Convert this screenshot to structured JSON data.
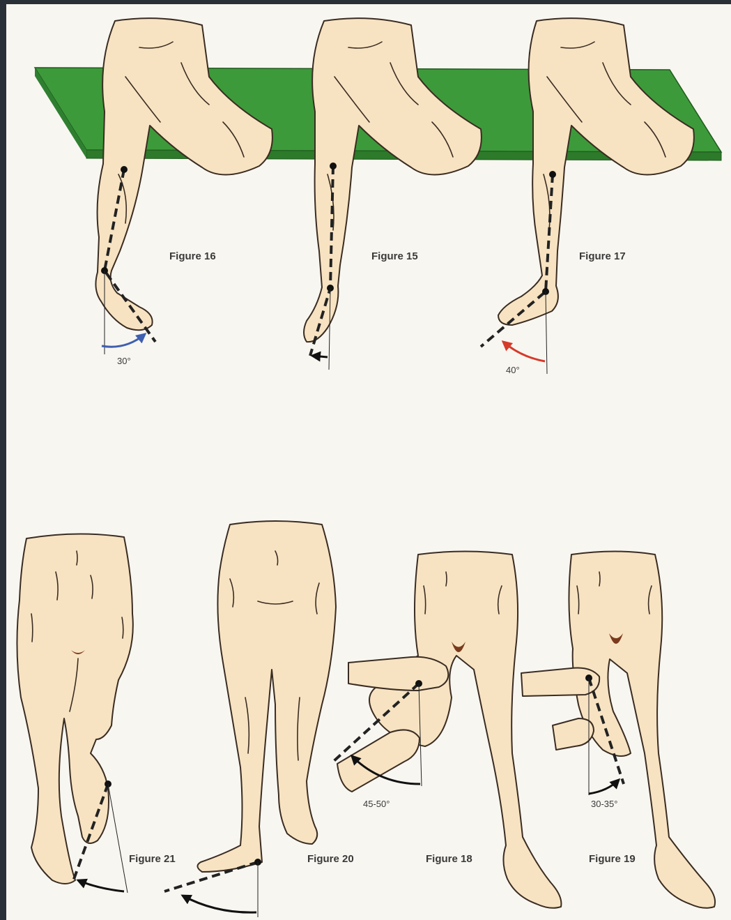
{
  "figures": {
    "fig16": {
      "label": "Figure 16",
      "angle": "30°"
    },
    "fig15": {
      "label": "Figure 15"
    },
    "fig17": {
      "label": "Figure 17",
      "angle": "40°"
    },
    "fig21": {
      "label": "Figure 21"
    },
    "fig20": {
      "label": "Figure 20"
    },
    "fig18": {
      "label": "Figure 18",
      "angle": "45-50°"
    },
    "fig19": {
      "label": "Figure 19",
      "angle": "30-35°"
    }
  },
  "colors": {
    "table": "#3d9a3a",
    "skin": "#f7e3c2",
    "outline": "#3a2c22",
    "arrow_blue": "#3f5fb0",
    "arrow_red": "#d63a2a",
    "crease": "#7a3a1c"
  }
}
